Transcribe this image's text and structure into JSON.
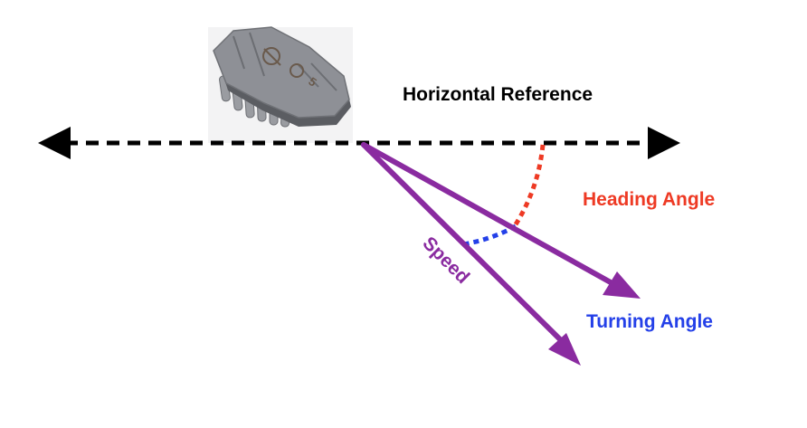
{
  "labels": {
    "horizontal_reference": "Horizontal Reference",
    "heading_angle": "Heading Angle",
    "turning_angle": "Turning Angle",
    "speed": "Speed"
  },
  "robot": {
    "kind": "hexbug-robot-image",
    "marking": "5"
  },
  "colors": {
    "reference_line": "#000000",
    "vector": "#8a2ba0",
    "heading_angle": "#ee3a24",
    "turning_angle": "#2440e8",
    "robot_body": "#8e9096",
    "robot_shadow": "#5b5d62",
    "robot_marking": "#6a5a4c"
  },
  "icons": {
    "reference_arrow_left": "arrowhead-left-icon",
    "reference_arrow_right": "arrowhead-right-icon",
    "heading_vector_arrow": "arrowhead-icon",
    "speed_vector_arrow": "arrowhead-icon"
  }
}
